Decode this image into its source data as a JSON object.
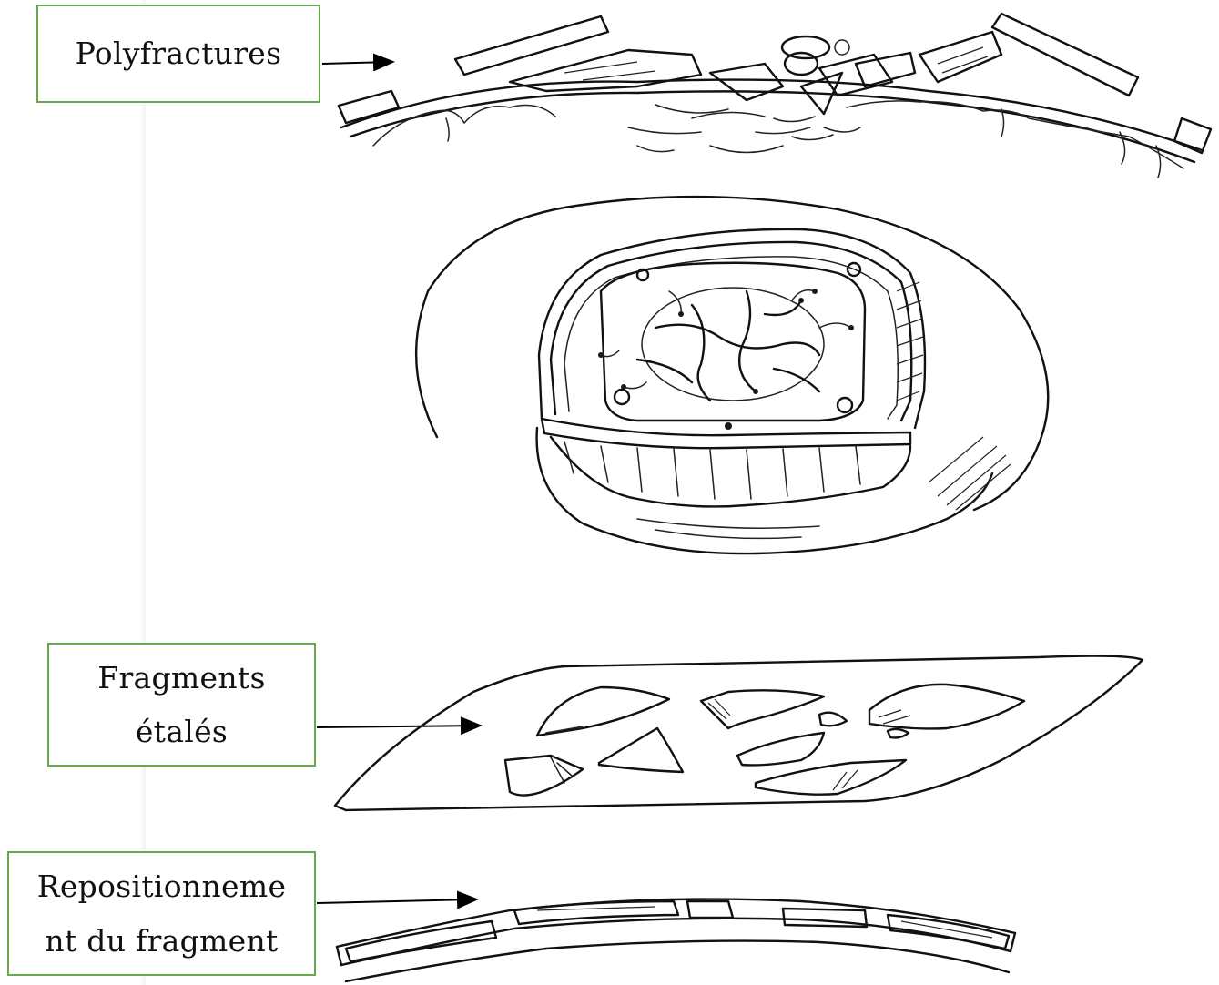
{
  "labels": {
    "polyfractures": "Polyfractures",
    "fragments_line1": "Fragments",
    "fragments_line2": "étalés",
    "repositionnement_line1": "Repositionneme",
    "repositionnement_line2": "nt du fragment"
  },
  "colors": {
    "label_border": "#6aa84f",
    "ink": "#111111",
    "background": "#ffffff"
  }
}
